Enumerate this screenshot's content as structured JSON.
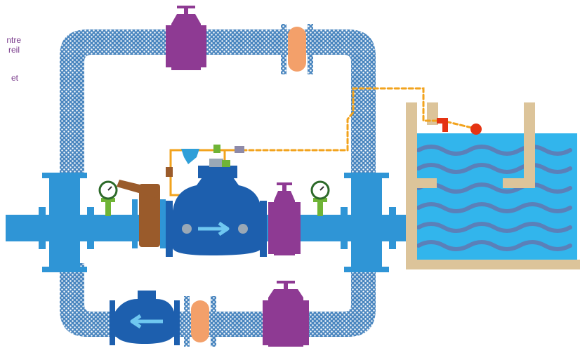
{
  "caption_fragments": [
    "ntre",
    "reil",
    "et"
  ],
  "colors": {
    "pipe_mesh": "#4a86bf",
    "pipe_blue": "#2f95d6",
    "valve_body": "#1d5fae",
    "gate_valve": "#8e3a93",
    "rubber_joint": "#f3a06a",
    "tank_wall": "#dcc49a",
    "water": "#32b5ec",
    "wave": "#5b80b9",
    "control_line": "#f2a31d",
    "float_switch": "#e53312",
    "gauge_stem": "#6fb436",
    "strainer": "#2f9fd8",
    "manual_valve": "#9a5b2b",
    "caption_text": "#7a3c8c"
  },
  "components": [
    {
      "id": "main-control-valve",
      "icon": "hydraulic-control-valve"
    },
    {
      "id": "top-gate-valve",
      "icon": "gate-valve"
    },
    {
      "id": "top-expansion-joint",
      "icon": "rubber-joint"
    },
    {
      "id": "bottom-check-valve",
      "icon": "check-valve"
    },
    {
      "id": "bottom-expansion-joint",
      "icon": "rubber-joint"
    },
    {
      "id": "bottom-gate-valve",
      "icon": "gate-valve"
    },
    {
      "id": "downstream-gate-valve",
      "icon": "gate-valve"
    },
    {
      "id": "upstream-butterfly-valve",
      "icon": "butterfly-valve"
    },
    {
      "id": "inlet-pressure-gauge",
      "icon": "pressure-gauge"
    },
    {
      "id": "outlet-pressure-gauge",
      "icon": "pressure-gauge"
    },
    {
      "id": "pilot-strainer",
      "icon": "y-strainer"
    },
    {
      "id": "float-pilot-valve",
      "icon": "float-valve"
    },
    {
      "id": "water-tank",
      "icon": "reservoir"
    }
  ]
}
